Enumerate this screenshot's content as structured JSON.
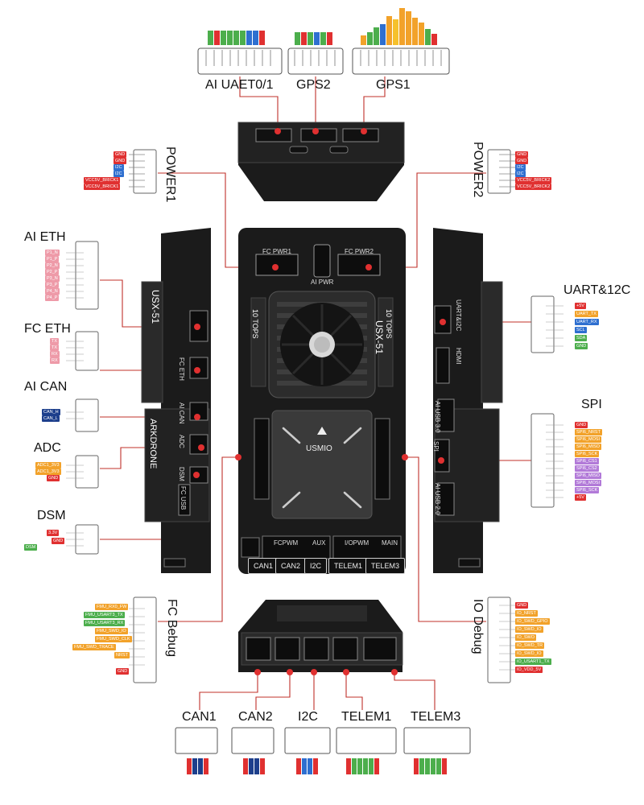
{
  "colors": {
    "red": "#e03030",
    "orange": "#f2a22a",
    "green": "#4cae4c",
    "blue": "#2e6fd0",
    "navy": "#1d3f8c",
    "pink": "#ee9aa8",
    "purple": "#b27ad8",
    "yellow": "#f6c12c",
    "board": "#1b1b1b",
    "leader": "#c0302a"
  },
  "connectors": {
    "ai_uart": "AI UAET0/1",
    "gps2": "GPS2",
    "gps1": "GPS1",
    "power1": "POWER1",
    "power2": "POWER2",
    "ai_eth": "AI ETH",
    "fc_eth": "FC ETH",
    "ai_can": "AI CAN",
    "adc": "ADC",
    "dsm": "DSM",
    "uart_i2c": "UART&12C",
    "spi": "SPI",
    "fc_debug": "FC Bebug",
    "io_debug": "IO Debug",
    "can1": "CAN1",
    "can2": "CAN2",
    "i2c": "I2C",
    "telem1": "TELEM1",
    "telem3": "TELEM3"
  },
  "pins": {
    "power1": [
      "GND",
      "GND",
      "I2C",
      "I2C",
      "VCC5V_BRICK1",
      "VCC5V_BRICK1"
    ],
    "power2": [
      "GND",
      "GND",
      "I2C",
      "I2C",
      "VCC5V_BRICK2",
      "VCC5V_BRICK2"
    ],
    "ai_eth": [
      "P1_N",
      "P1_P",
      "P2_N",
      "P2_P",
      "P3_N",
      "P3_P",
      "P4_N",
      "P4_P"
    ],
    "fc_eth": [
      "TX",
      "TX",
      "RX",
      "RX"
    ],
    "ai_can": [
      "CAN_H",
      "CAN_L"
    ],
    "adc": [
      "ADC1_3V3",
      "ADC1_3V3",
      "GND"
    ],
    "dsm": [
      "3.3V",
      "DSM",
      "GND"
    ],
    "uart_i2c": [
      "+5V",
      "UART_TX",
      "UART_RX",
      "SCL",
      "SDA",
      "GND"
    ],
    "spi": [
      "GND",
      "SPI6_NRST",
      "SPI6_MOSI",
      "SPI6_MISO",
      "SPI6_SCK",
      "SPI6_CS1",
      "SPI6_CS2",
      "SPI6_MISO",
      "SPI6_MOSI",
      "SPI6_SCK",
      "+5V"
    ],
    "fc_debug": [
      "FMU_RX0_FW",
      "FMU_USART3_TX",
      "FMU_USART3_RX",
      "FMU_SWD_IO",
      "FMU_SWD_CLK",
      "FMU_SWD_TRACE",
      "NRST",
      "GND"
    ],
    "io_debug": [
      "GND",
      "IO_NRST",
      "IO_SWD_GPIO",
      "IO_SWD_IO",
      "IO_SWO",
      "IO_SWD_TR",
      "IO_SWD_IO",
      "IO_USART1_TX",
      "IO_VDD_5V"
    ]
  },
  "board": {
    "fc_pwr1": "FC PWR1",
    "fc_pwr2": "FC PWR2",
    "ai_pwr": "AI PWR",
    "brand_left": "10 TOPS",
    "brand_right": "10 TOPS",
    "model": "USX-51",
    "module": "USMIO",
    "fcpwm": "FCPWM",
    "iopwm": "I/OPWM",
    "aux": "AUX",
    "main": "MAIN",
    "ports": [
      "CAN1",
      "CAN2",
      "I2C",
      "TELEM1",
      "TELEM3"
    ],
    "uart_i2c_silk": "UART&I2C",
    "hdmi": "HDMI",
    "usb_left": "AI USB 3.0",
    "usb_right": "AI USB 2.0",
    "spi_silk": "SPI",
    "fc_usb": "FC USB",
    "fc_eth_silk": "FC ETH",
    "ai_can_silk": "AI CAN",
    "adc_silk": "ADC",
    "dsm_silk": "DSM",
    "brand_logo": "ARKDRONE"
  }
}
